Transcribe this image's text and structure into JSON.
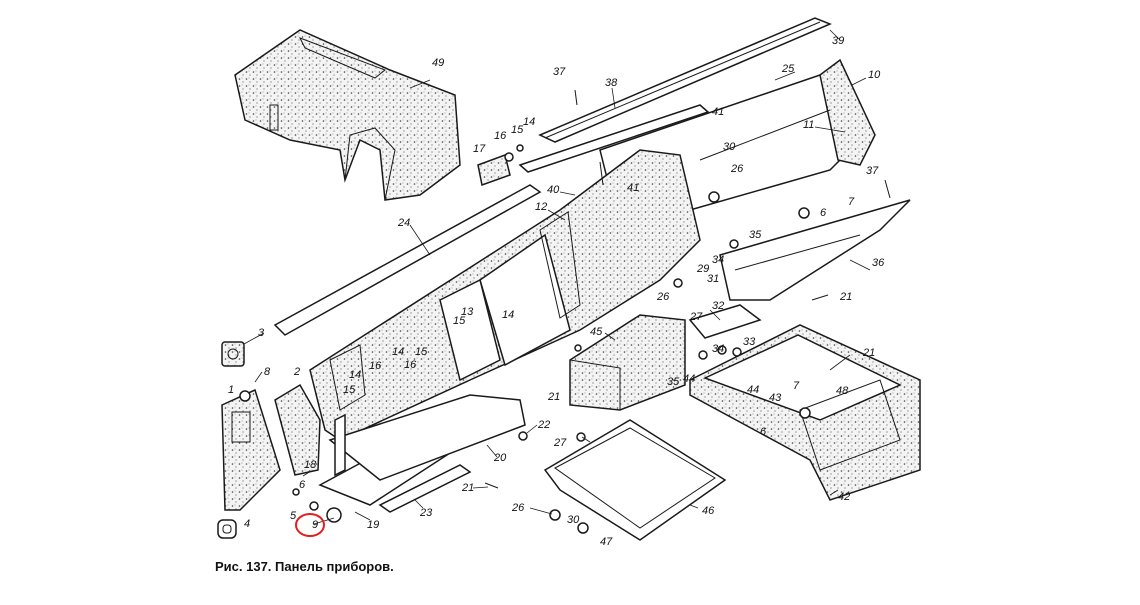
{
  "caption": "Рис. 137. Панель приборов.",
  "highlight": {
    "label": "9",
    "color": "#e02020"
  },
  "callout_labels": [
    "1",
    "2",
    "3",
    "4",
    "5",
    "6",
    "7",
    "8",
    "9",
    "10",
    "11",
    "12",
    "13",
    "14",
    "15",
    "16",
    "17",
    "18",
    "19",
    "20",
    "21",
    "22",
    "23",
    "24",
    "25",
    "26",
    "27",
    "29",
    "30",
    "31",
    "32",
    "33",
    "34",
    "35",
    "36",
    "37",
    "38",
    "39",
    "40",
    "41",
    "42",
    "43",
    "44",
    "45",
    "46",
    "47",
    "48",
    "49"
  ]
}
